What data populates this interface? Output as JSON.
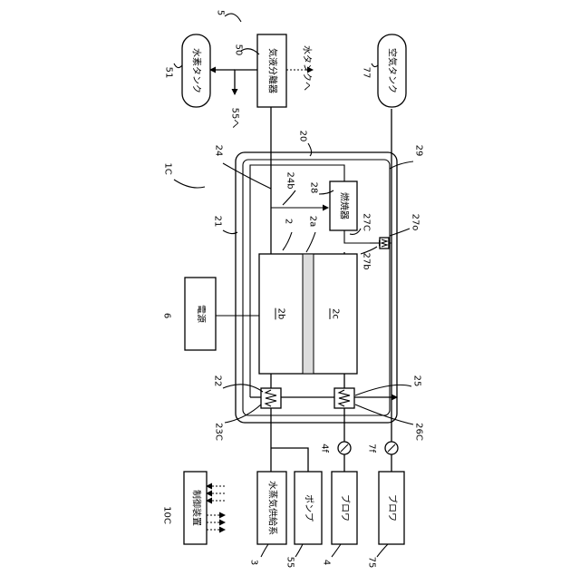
{
  "figure_id": "5",
  "references": {
    "fig_group": "1C",
    "module": "20",
    "cell": "2",
    "electrolyte": "2a",
    "pipe_21": "21",
    "pipe_22": "22",
    "hx_23c": "23C",
    "pipe_24": "24",
    "pipe_24b": "24b",
    "pipe_25": "25",
    "hx_26c": "26C",
    "heater_27c": "27C",
    "pipe_27b": "27b",
    "pipe_27o": "27o",
    "combustor": "28",
    "pipe_29": "29",
    "steam_supply": "3",
    "blower_air": "4",
    "gauge_4f": "4f",
    "separator": "50",
    "h2_tank": "51",
    "pump": "55",
    "to_55": "55へ",
    "power": "6",
    "blower_75": "75",
    "air_tank": "77",
    "gauge_7f": "7f",
    "controller": "10C"
  },
  "labels": {
    "separator": "気液分離器",
    "h2_tank": "水素タンク",
    "water_tank": "水タンクへ",
    "air_tank": "空気タンク",
    "combustor": "燃焼器",
    "power": "電源",
    "cathode": "2b",
    "anode": "2c",
    "steam_supply": "水蒸気供給系",
    "pump": "ポンプ",
    "blower": "ブロワ",
    "blower_75": "ブロワ",
    "controller": "制御装置"
  }
}
